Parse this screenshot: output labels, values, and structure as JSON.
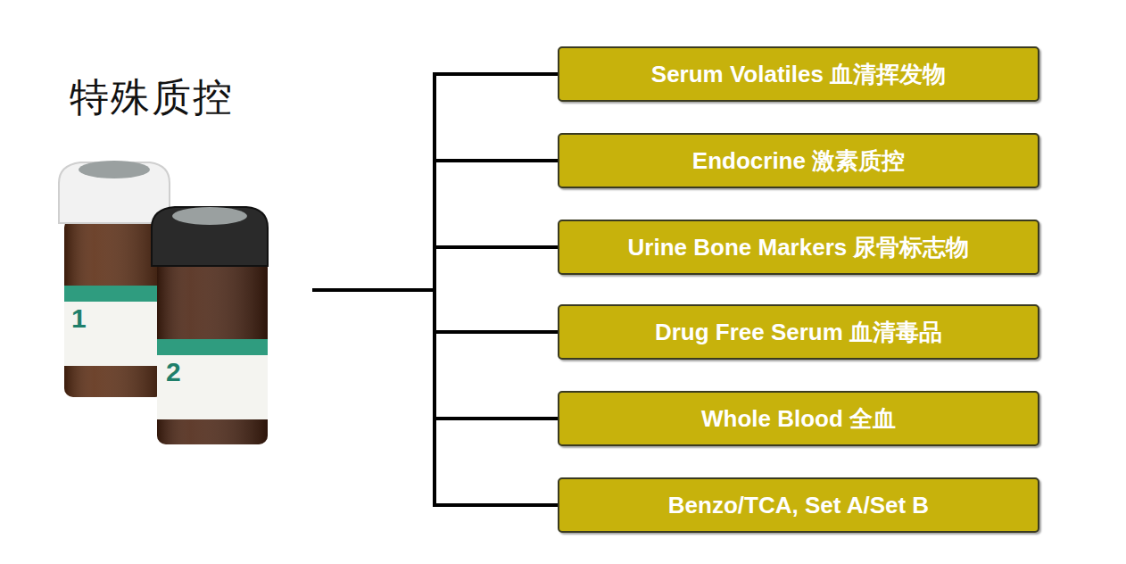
{
  "diagram": {
    "nodes": [
      {
        "text": [
          "特殊质控"
        ]
      },
      {
        "text": [
          "Serum Volatiles 血清挥发物"
        ]
      },
      {
        "text": [
          "Endocrine 激素质控"
        ]
      },
      {
        "text": [
          "Urine Bone Markers 尿骨标志物"
        ]
      },
      {
        "text": [
          "Drug Free Serum 血清毒品"
        ]
      },
      {
        "text": [
          "Whole Blood 全血"
        ]
      },
      {
        "text": [
          "Benzo/TCA, Set A/Set B"
        ]
      }
    ],
    "edges": [
      {
        "from": 0,
        "to": 1,
        "arrow": "none"
      },
      {
        "from": 0,
        "to": 2,
        "arrow": "none"
      },
      {
        "from": 0,
        "to": 3,
        "arrow": "none"
      },
      {
        "from": 0,
        "to": 4,
        "arrow": "none"
      },
      {
        "from": 0,
        "to": 5,
        "arrow": "none"
      },
      {
        "from": 0,
        "to": 6,
        "arrow": "none"
      }
    ],
    "labels": [
      "1",
      "2"
    ]
  }
}
